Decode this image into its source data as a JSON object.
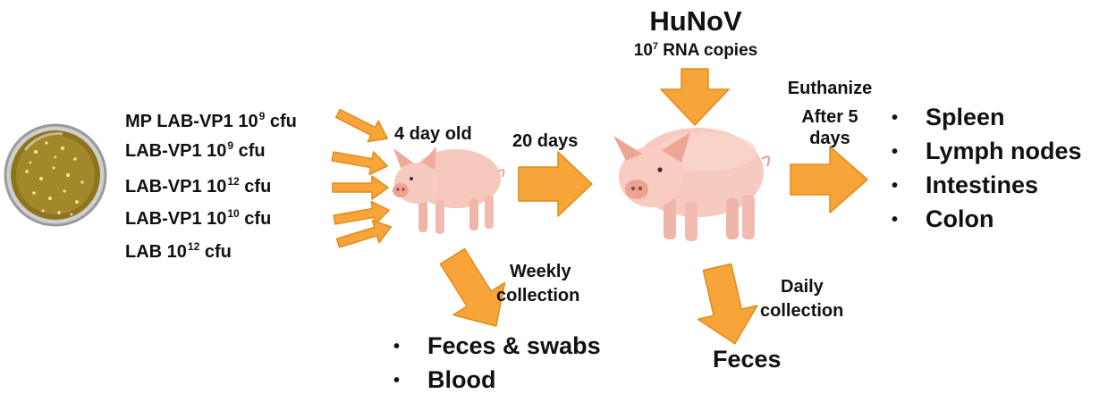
{
  "colors": {
    "arrow_fill": "#f7a539",
    "arrow_stroke": "#e08b1c",
    "pig_skin": "#f7c9bd",
    "pig_shade": "#e9a99b",
    "petri_rim": "#a8a8a8",
    "petri_agar": "#9a7d1f"
  },
  "icons": {
    "petri_dish": "petri-dish-icon",
    "piglet": "piglet-icon",
    "pig": "pig-icon"
  },
  "treatments": [
    {
      "prefix": "MP LAB-VP1 10",
      "exponent": "9",
      "suffix": " cfu"
    },
    {
      "prefix": "LAB-VP1 10",
      "exponent": "9",
      "suffix": " cfu"
    },
    {
      "prefix": "LAB-VP1 10",
      "exponent": "12",
      "suffix": " cfu"
    },
    {
      "prefix": "LAB-VP1 10",
      "exponent": "10",
      "suffix": " cfu"
    },
    {
      "prefix": "LAB 10",
      "exponent": "12",
      "suffix": " cfu"
    }
  ],
  "piglet_age": "4 day old",
  "interval": "20 days",
  "challenge": {
    "virus": "HuNoV",
    "dose_prefix": "10",
    "dose_exponent": "7",
    "dose_suffix": " RNA copies"
  },
  "euthanize": {
    "line1": "Euthanize",
    "line2": "After 5",
    "line3": "days"
  },
  "tissues": [
    "Spleen",
    "Lymph nodes",
    "Intestines",
    "Colon"
  ],
  "weekly": {
    "line1": "Weekly",
    "line2": "collection",
    "items": [
      "Feces & swabs",
      "Blood"
    ]
  },
  "daily": {
    "line1": "Daily",
    "line2": "collection",
    "item": "Feces"
  }
}
